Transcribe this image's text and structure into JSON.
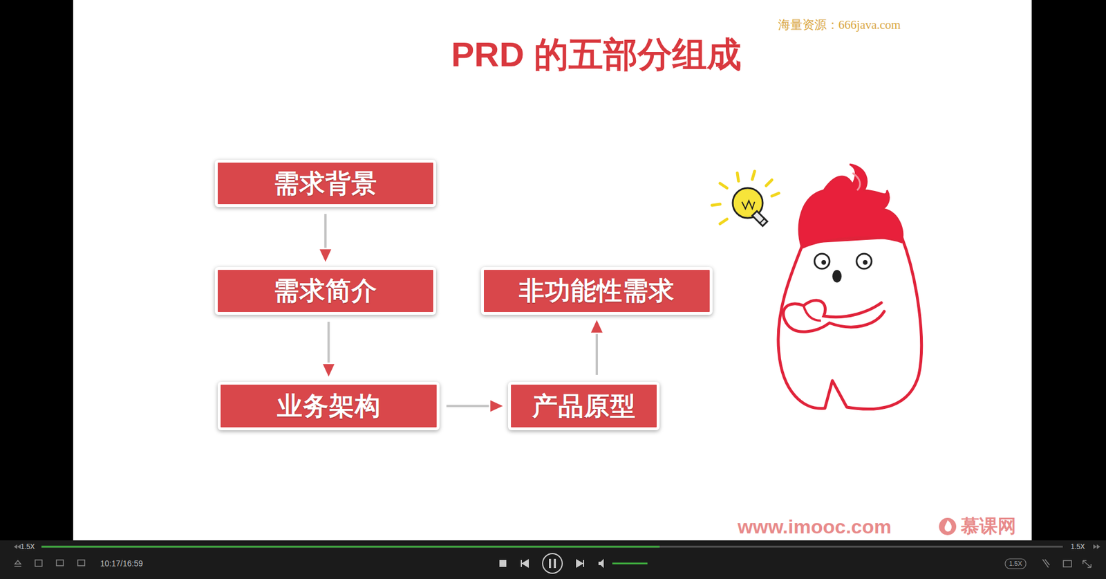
{
  "diagram": {
    "title": "PRD 的五部分组成",
    "nodes": [
      {
        "text": [
          "需求背景"
        ]
      },
      {
        "text": [
          "需求简介"
        ]
      },
      {
        "text": [
          "业务架构"
        ]
      },
      {
        "text": [
          "产品原型"
        ]
      },
      {
        "text": [
          "非功能性需求"
        ]
      }
    ],
    "edges": [
      {
        "from": 0,
        "to": 1,
        "arrow": "to"
      },
      {
        "from": 1,
        "to": 2,
        "arrow": "to"
      },
      {
        "from": 2,
        "to": 3,
        "arrow": "to"
      },
      {
        "from": 3,
        "to": 4,
        "arrow": "to"
      }
    ],
    "labels": [
      "海量资源：666java.com",
      "www.imooc.com",
      "慕课网",
      "1.5X",
      "10:17/16:59",
      "1.5X",
      "1.5X"
    ]
  }
}
